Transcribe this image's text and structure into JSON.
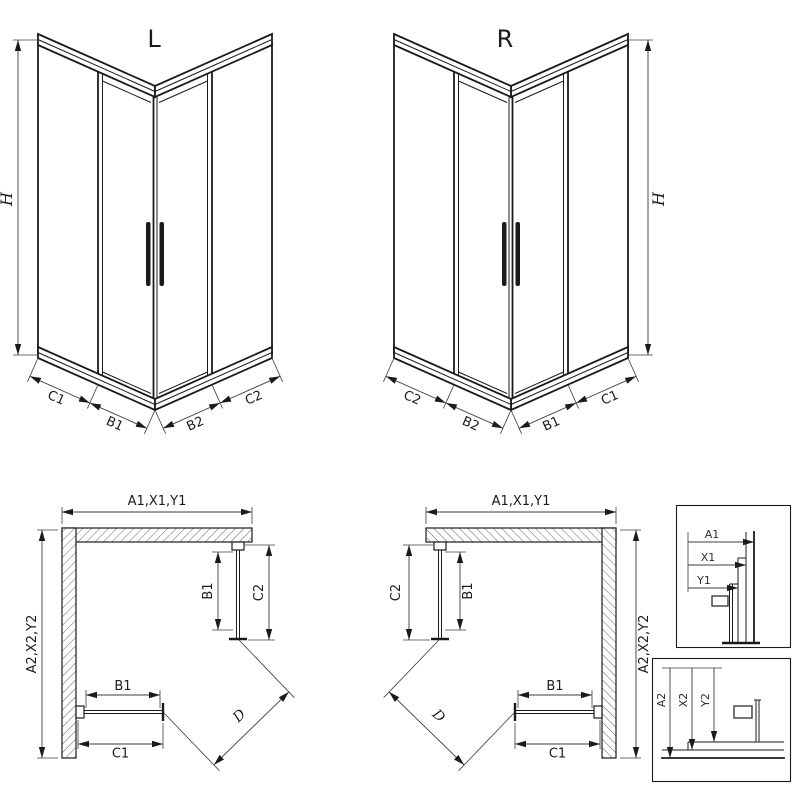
{
  "figure": {
    "front_views": [
      {
        "variant_label": "L",
        "height_label": "H",
        "bottom_dims": [
          "C1",
          "B1",
          "B2",
          "C2"
        ]
      },
      {
        "variant_label": "R",
        "height_label": "H",
        "bottom_dims": [
          "C2",
          "B2",
          "B1",
          "C1"
        ]
      }
    ],
    "plan_views": [
      {
        "width_dim": "A1,X1,Y1",
        "depth_dim": "A2,X2,Y2",
        "side_panel_dim": "B1",
        "side_clear_dim": "C2",
        "door_dim": "B1",
        "front_clear_dim": "C1",
        "entry_dim": "D"
      },
      {
        "width_dim": "A1,X1,Y1",
        "depth_dim": "A2,X2,Y2",
        "side_panel_dim": "B1",
        "side_clear_dim": "C2",
        "door_dim": "B1",
        "front_clear_dim": "C1",
        "entry_dim": "D"
      }
    ],
    "detail_views": [
      {
        "dims": [
          "A1",
          "X1",
          "Y1"
        ]
      },
      {
        "dims": [
          "A2",
          "X2",
          "Y2"
        ]
      }
    ],
    "colors": {
      "line": "#1b1b1b",
      "background": "#ffffff"
    }
  }
}
